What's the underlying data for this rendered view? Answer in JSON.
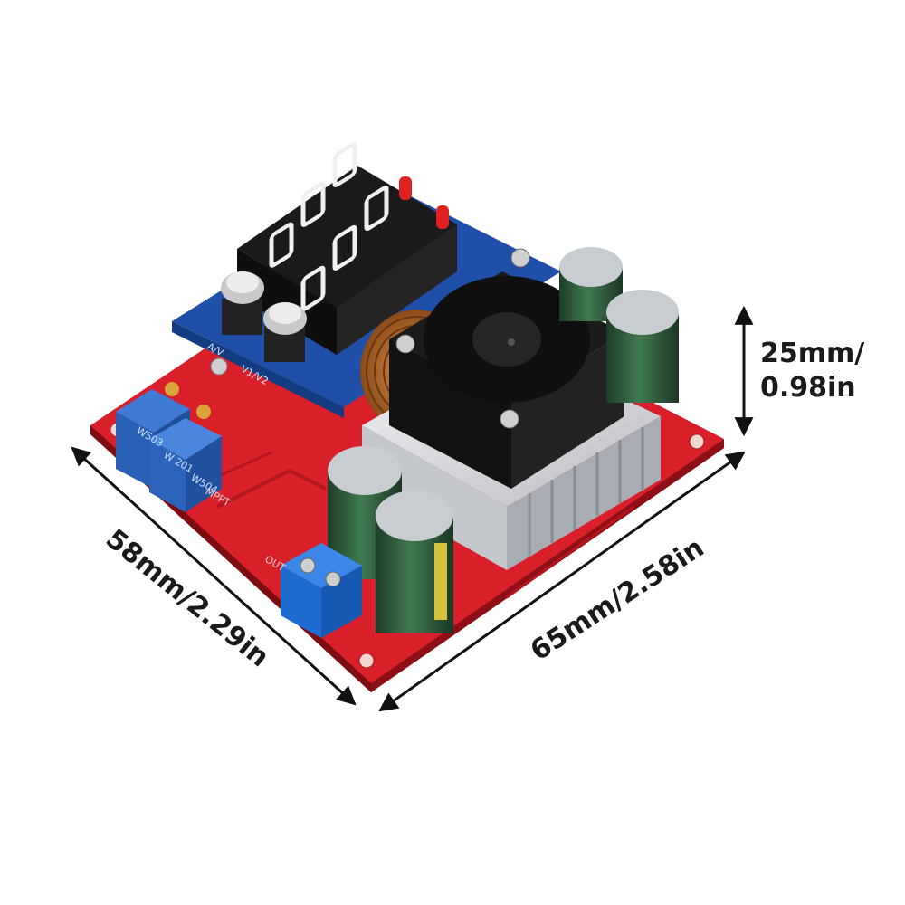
{
  "dimensions": {
    "height": {
      "line1": "25mm/",
      "line2": "0.98in"
    },
    "depth": "58mm/2.29in",
    "width": "65mm/2.58in"
  },
  "board": {
    "silkscreen": {
      "out_label": "OUT",
      "mppt_label": "MPPT",
      "av_label": "A/V",
      "v1v2_label": "V1/V2",
      "pot_labels": [
        "W503",
        "W 201",
        "W504"
      ]
    }
  },
  "colors": {
    "pcb_red": "#d9202a",
    "display_board_blue": "#1f4fa8",
    "terminal_blue": "#1e6bd0",
    "heatsink_silver": "#d6d8db",
    "capacitor_green": "#2f5a3a",
    "coil_copper": "#b8682a",
    "fan_black": "#1b1b1b"
  }
}
